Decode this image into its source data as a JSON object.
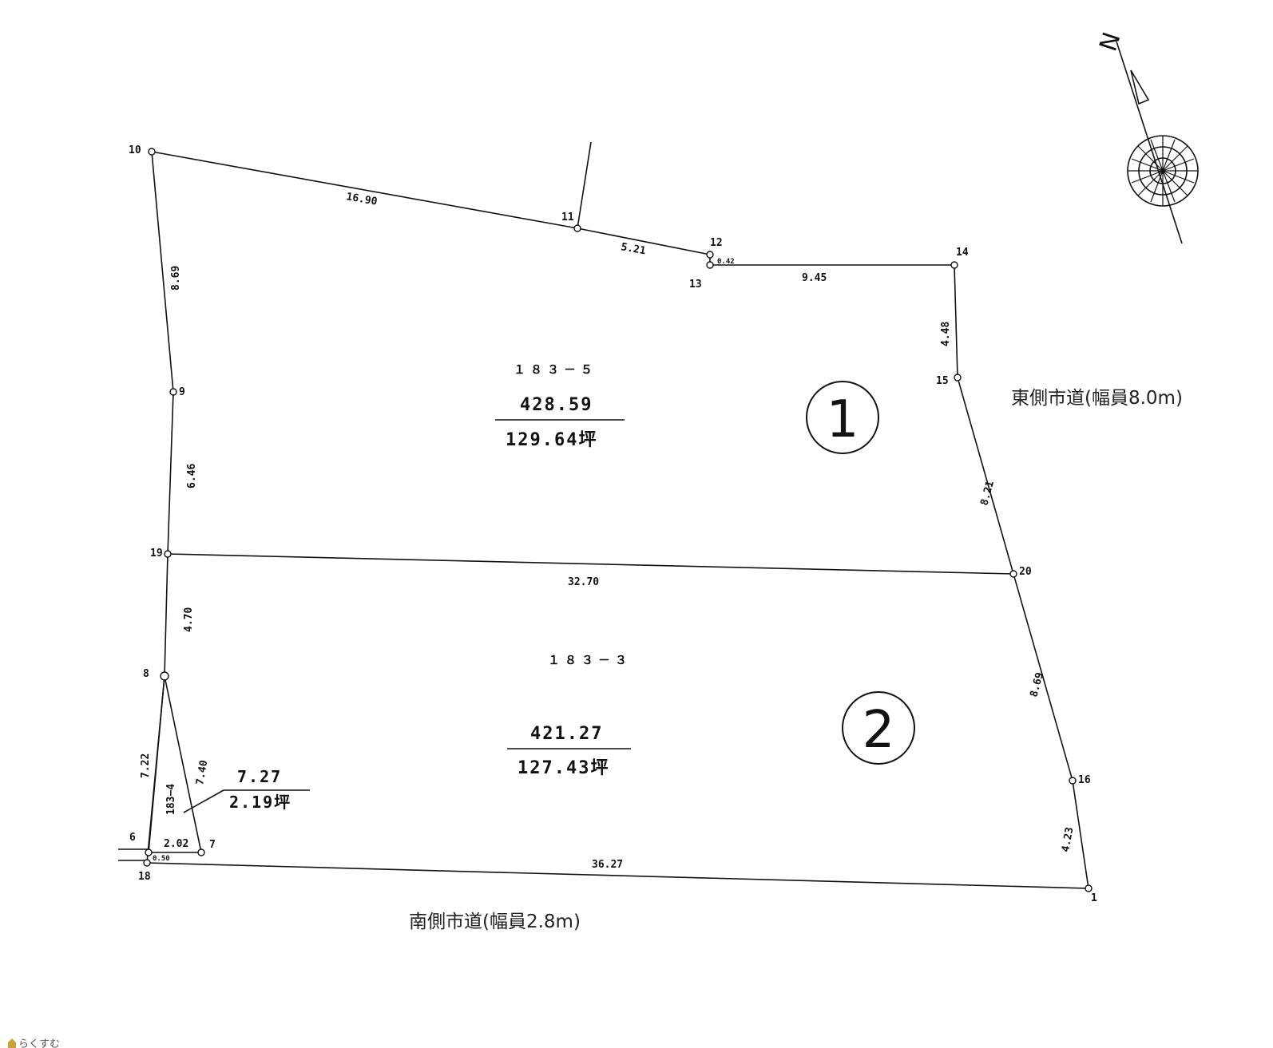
{
  "points": {
    "p1": "1",
    "p6": "6",
    "p7": "7",
    "p8": "8",
    "p9": "9",
    "p10": "10",
    "p11": "11",
    "p12": "12",
    "p13": "13",
    "p14": "14",
    "p15": "15",
    "p16": "16",
    "p18": "18",
    "p19": "19",
    "p20": "20"
  },
  "dimensions": {
    "d10_11": "16.90",
    "d11_12": "5.21",
    "d12_13": "0.42",
    "d13_14": "9.45",
    "d14_15": "4.48",
    "d15_20": "8.21",
    "d20_16": "8.69",
    "d16_1": "4.23",
    "d1_18": "36.27",
    "d19_20": "32.70",
    "d10_9": "8.69",
    "d9_19": "6.46",
    "d19_8": "4.70",
    "d8_6": "7.22",
    "d8_7": "7.40",
    "d6_7": "2.02",
    "d6_18": "0.50"
  },
  "lot1": {
    "id": "１８３－５",
    "area": "428.59",
    "tsubo": "129.64坪",
    "circle": "①"
  },
  "lot2": {
    "id": "１８３－３",
    "area": "421.27",
    "tsubo": "127.43坪",
    "circle": "②"
  },
  "lot3": {
    "id": "183−4",
    "area": "7.27",
    "tsubo": "2.19坪"
  },
  "roads": {
    "east": "東側市道(幅員8.0m)",
    "south": "南側市道(幅員2.8m)"
  },
  "compass": {
    "north": "N"
  },
  "watermark": "らくすむ"
}
